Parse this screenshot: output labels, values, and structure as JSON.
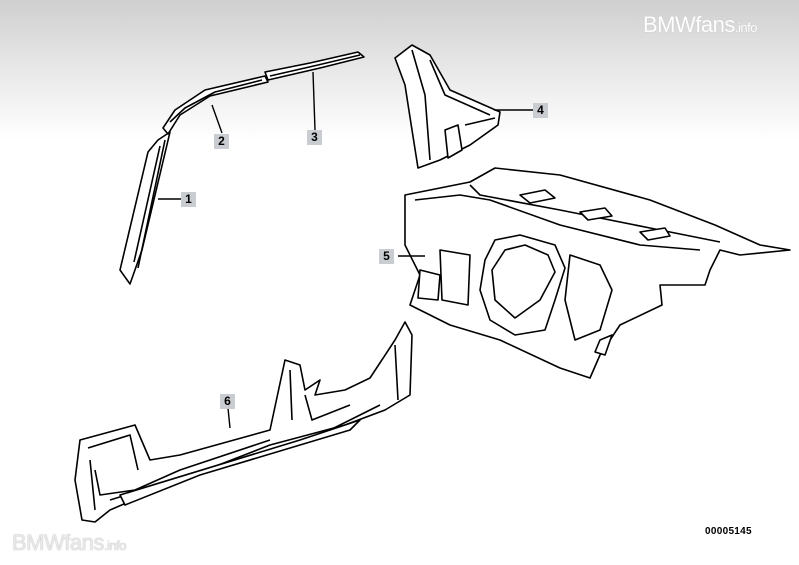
{
  "watermark": {
    "brand": "BMWfans",
    "suffix": ".info"
  },
  "callouts": [
    {
      "id": "1",
      "label": "1"
    },
    {
      "id": "2",
      "label": "2"
    },
    {
      "id": "3",
      "label": "3"
    },
    {
      "id": "4",
      "label": "4"
    },
    {
      "id": "5",
      "label": "5"
    },
    {
      "id": "6",
      "label": "6"
    }
  ],
  "diagram_number": "00005145",
  "colors": {
    "line": "#000000",
    "callout_bg": "#c9ccd1",
    "watermark": "#ffffff"
  }
}
